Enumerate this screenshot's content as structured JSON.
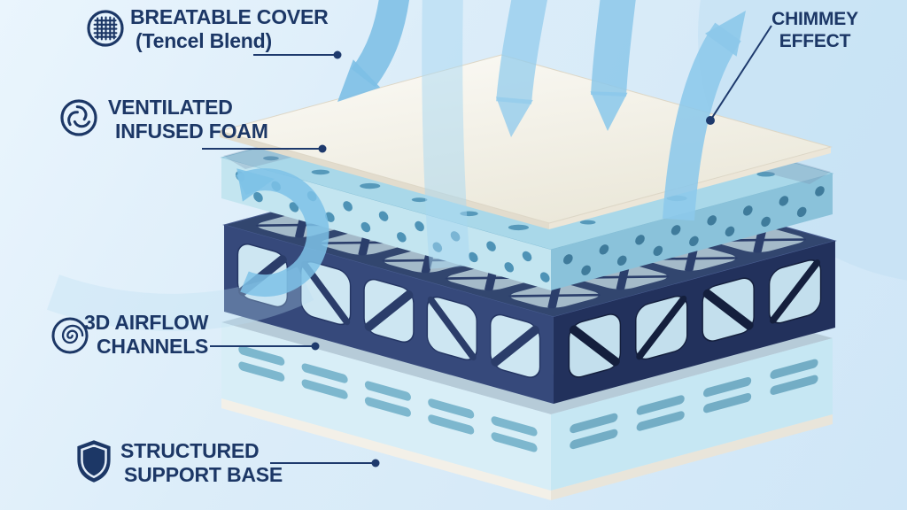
{
  "labels": {
    "cover": {
      "line1": "BREATABLE COVER",
      "line2": "(Tencel Blend)"
    },
    "foam": {
      "line1": "VENTILATED",
      "line2": "INFUSED FOAM"
    },
    "channels": {
      "line1": "3D AIRFLOW",
      "line2": "CHANNELS"
    },
    "base": {
      "line1": "STRUCTURED",
      "line2": "SUPPORT BASE"
    },
    "chimney": {
      "line1": "CHIMMEY",
      "line2": "EFFECT"
    }
  },
  "icons": {
    "cover": "weave-icon",
    "foam": "swirl-icon",
    "channels": "spiral-icon",
    "base": "shield-icon"
  },
  "colors": {
    "label_text": "#1c3766",
    "leader_line": "#1e3a6d",
    "arrow_blue": "#85c3e8",
    "airflow_band": "#a7d8f1",
    "cover_white": "#f8f6f0",
    "foam_blue": "#a9d8e9",
    "foam_hole": "#4d92b5",
    "lattice_navy": "#32466f",
    "base_blue": "#d8eef7",
    "background": "#d7ebf9"
  }
}
